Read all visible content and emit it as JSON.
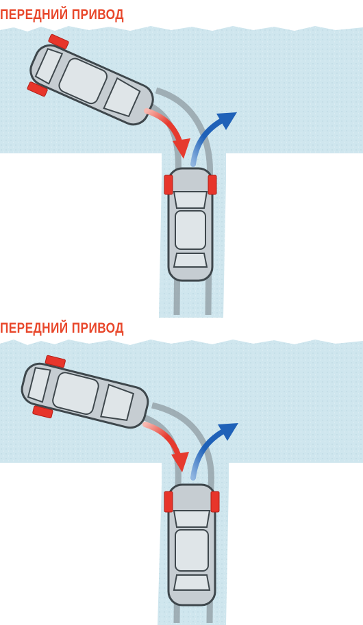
{
  "panels": [
    {
      "title": "ПЕРЕДНИЙ ПРИВОД",
      "highlighted_wheels": "rear"
    },
    {
      "title": "ПЕРЕДНИЙ ПРИВОД",
      "highlighted_wheels": "front"
    }
  ],
  "colors": {
    "title": "#e8472b",
    "ice": "#cfe6ee",
    "ice_dots": "#b6d3de",
    "track": "#8c979d",
    "car_body": "#c6cdd2",
    "car_outline": "#3e474c",
    "glass": "#dfe5e8",
    "wheel_highlight": "#e7352b",
    "intended_path": "#e63a2e",
    "actual_path": "#1f61b8"
  },
  "icons": [
    "car-icon",
    "red-arrow-icon",
    "blue-arrow-icon",
    "tyre-marker-icon"
  ]
}
